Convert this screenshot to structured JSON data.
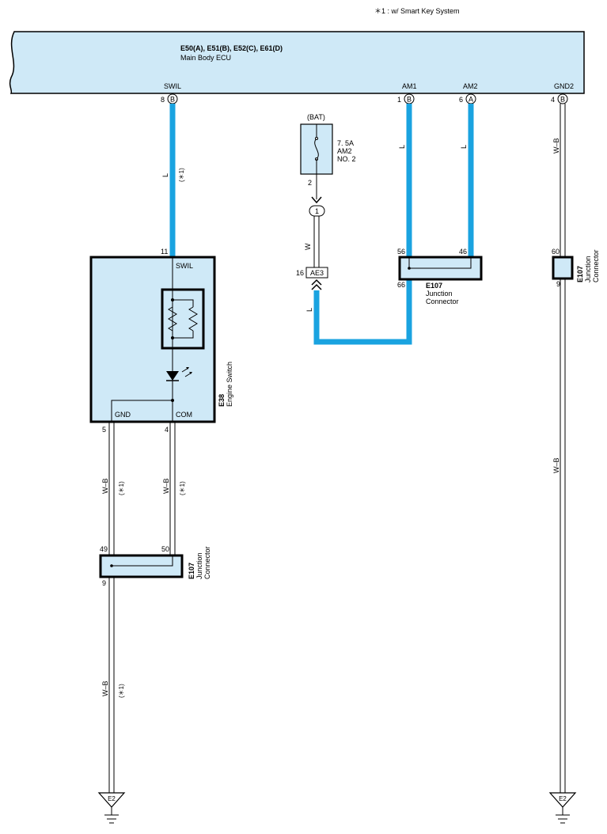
{
  "note": "＊1 : w/ Smart Key System",
  "ecu": {
    "title": "E50(A), E51(B), E52(C), E61(D)",
    "subtitle": "Main Body ECU",
    "terminals": {
      "swil": "SWIL",
      "am1": "AM1",
      "am2": "AM2",
      "gnd2": "GND2"
    },
    "pins": {
      "swil": "8",
      "am1": "1",
      "am2": "6",
      "gnd2": "4"
    },
    "connector_letters": {
      "swil": "B",
      "am1": "B",
      "am2": "A",
      "gnd2": "B"
    }
  },
  "fuse": {
    "source": "(BAT)",
    "rating": "7. 5A",
    "name": "AM2",
    "number": "NO. 2",
    "pin": "2",
    "joint": "1"
  },
  "connector_ae3": {
    "label": "AE3",
    "pin": "16"
  },
  "engine_switch": {
    "code": "E38",
    "name": "Engine Switch",
    "pin_top": "11",
    "swil": "SWIL",
    "gnd": "GND",
    "com": "COM",
    "pin_gnd": "5",
    "pin_com": "4"
  },
  "junction_right": {
    "code": "E107",
    "name1": "Junction",
    "name2": "Connector",
    "pin_56": "56",
    "pin_46": "46",
    "pin_66": "66"
  },
  "junction_far_right": {
    "code": "E107",
    "name1": "Junction",
    "name2": "Connector",
    "pin_60": "60",
    "pin_9": "9"
  },
  "junction_left": {
    "code": "E107",
    "name1": "Junction",
    "name2": "Connector",
    "pin_49": "49",
    "pin_50": "50",
    "pin_9": "9"
  },
  "wire_colors": {
    "l": "L",
    "w": "W",
    "wb": "W–B",
    "star": "(＊1)"
  },
  "grounds": {
    "left": "E2",
    "right": "E2"
  }
}
